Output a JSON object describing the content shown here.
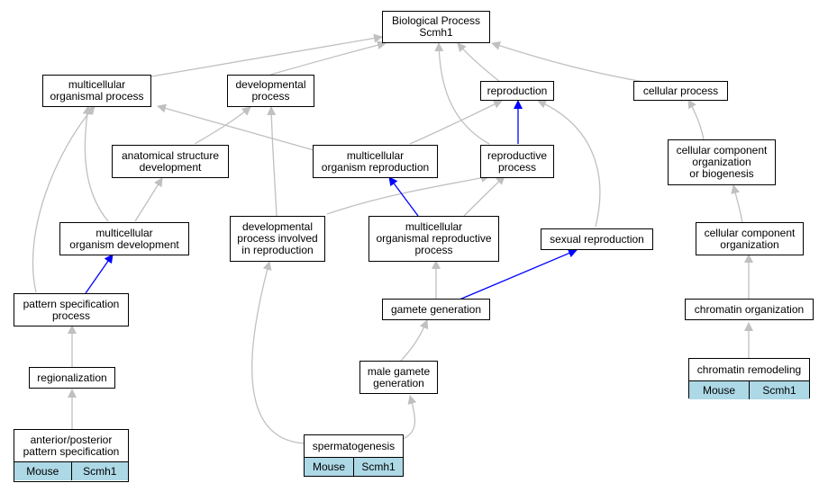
{
  "diagram": {
    "nodes": {
      "root": "Biological Process\nScmh1",
      "multicellular_organismal_process": "multicellular\norganismal process",
      "developmental_process": "developmental\nprocess",
      "reproduction": "reproduction",
      "cellular_process": "cellular process",
      "anatomical_structure_development": "anatomical structure\ndevelopment",
      "multicellular_organism_reproduction": "multicellular\norganism reproduction",
      "reproductive_process": "reproductive\nprocess",
      "cellular_component_organization_or_biogenesis": "cellular component\norganization\nor biogenesis",
      "multicellular_organism_development": "multicellular\norganism development",
      "developmental_process_involved_in_reproduction": "developmental\nprocess involved\nin reproduction",
      "multicellular_organismal_reproductive_process": "multicellular\norganismal reproductive\nprocess",
      "sexual_reproduction": "sexual reproduction",
      "cellular_component_organization": "cellular component\norganization",
      "pattern_specification_process": "pattern specification\nprocess",
      "gamete_generation": "gamete generation",
      "chromatin_organization": "chromatin organization",
      "regionalization": "regionalization",
      "male_gamete_generation": "male gamete\ngeneration"
    },
    "annotated": {
      "anterior_posterior": {
        "title": "anterior/posterior\npattern specification",
        "species": "Mouse",
        "gene": "Scmh1"
      },
      "spermatogenesis": {
        "title": "spermatogenesis",
        "species": "Mouse",
        "gene": "Scmh1"
      },
      "chromatin_remodeling": {
        "title": "chromatin remodeling",
        "species": "Mouse",
        "gene": "Scmh1"
      }
    },
    "colors": {
      "is_a_edge": "#c0c0c0",
      "part_of_edge": "#0000ff",
      "gene_cell": "#add8e6",
      "node_border": "#000000"
    }
  }
}
